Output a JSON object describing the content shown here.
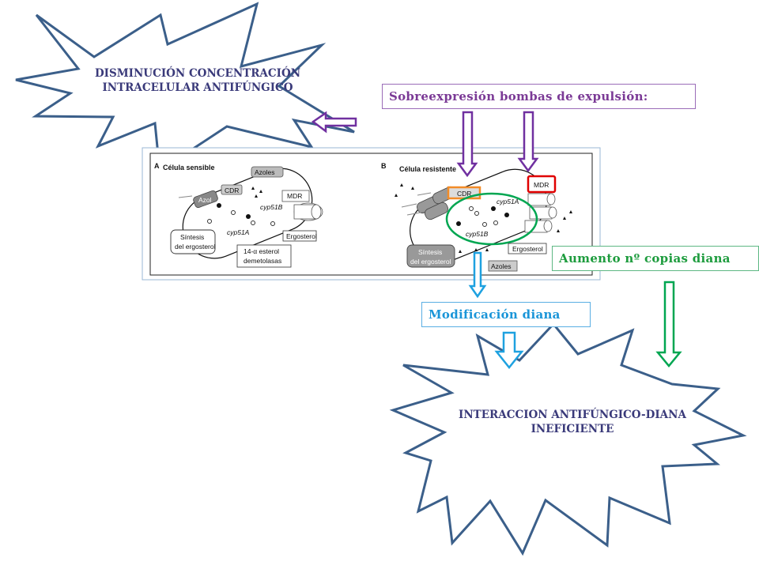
{
  "burst_top": {
    "line1": "DISMINUCIÓN CONCENTRACIÓN",
    "line2": "INTRACELULAR ANTIFÚNGICO"
  },
  "burst_bottom": {
    "line1": "INTERACCION ANTIFÚNGICO-DIANA",
    "line2": "INEFICIENTE"
  },
  "labels": {
    "pumps": "Sobreexpresión bombas de expulsión:",
    "copies": "Aumento nº copias diana",
    "target": "Modificación diana"
  },
  "figure": {
    "panel_a": {
      "letter": "A",
      "title": "Célula sensible",
      "azoles": "Azoles",
      "cdr": "CDR",
      "azol": "Azol",
      "mdr": "MDR",
      "cyp51b": "cyp51B",
      "cyp51a": "cyp51A",
      "sintesis_1": "Síntesis",
      "sintesis_2": "del ergosterol",
      "ergosterol": "Ergosterol",
      "demetil_1": "14-α esterol",
      "demetil_2": "demetolasas"
    },
    "panel_b": {
      "letter": "B",
      "title": "Célula resistente",
      "cdr": "CDR",
      "mdr": "MDR",
      "cyp51a": "cyp51A",
      "cyp51b": "cyp51B",
      "sintesis_1": "Síntesis",
      "sintesis_2": "del ergosterol",
      "ergosterol": "Ergosterol",
      "azoles": "Azoles"
    }
  },
  "colors": {
    "burst_outline": "#3b5f8a",
    "purple": "#7030a0",
    "green": "#00a651",
    "blue": "#1ea1e0",
    "red_box": "#e00000",
    "orange_box": "#f28c28"
  }
}
